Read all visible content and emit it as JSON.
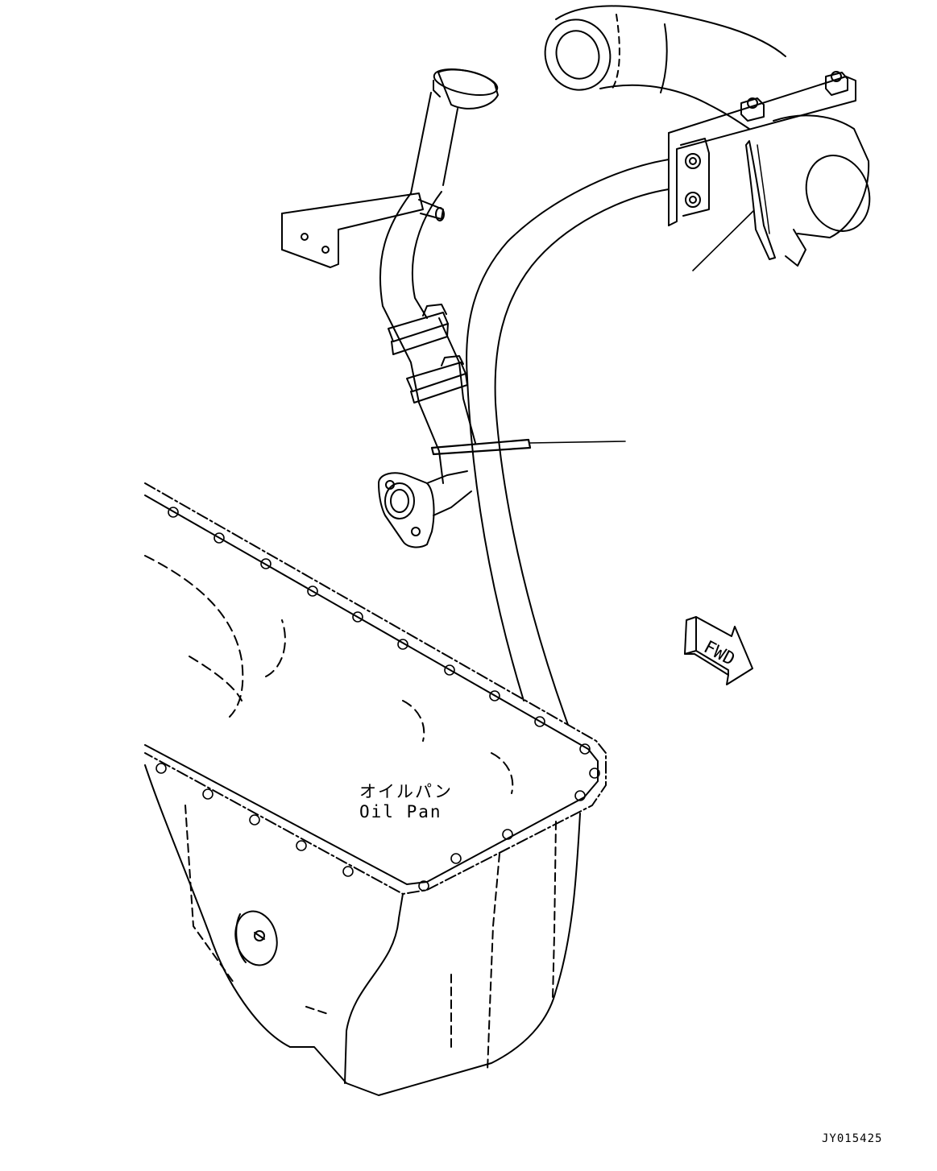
{
  "labels": {
    "oil_pan_jp": "オイルパン",
    "oil_pan_en": "Oil Pan",
    "forward_arrow": "FWD",
    "drawing_id": "JY015425"
  }
}
